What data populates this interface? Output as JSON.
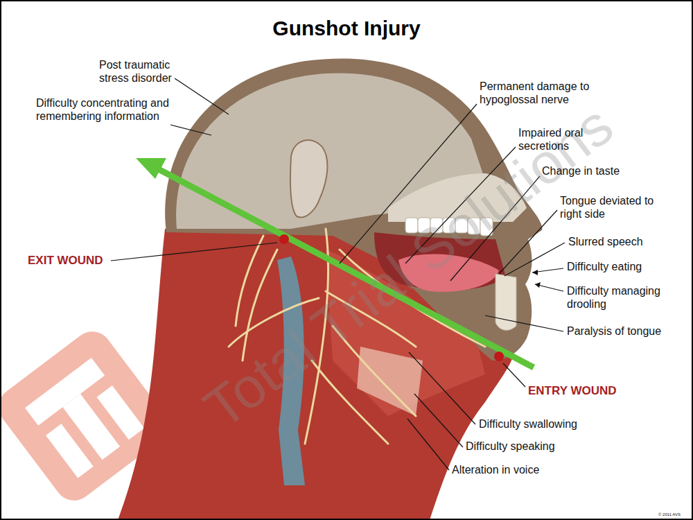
{
  "diagram": {
    "title": "Gunshot Injury",
    "labels": [
      "Post traumatic stress disorder",
      "Difficulty concentrating and remembering information",
      "Permanent damage to hypoglossal nerve",
      "Impaired oral secretions",
      "Change in taste",
      "Tongue deviated to right side",
      "Slurred speech",
      "Difficulty eating",
      "Difficulty managing drooling",
      "Paralysis of tongue",
      "ENTRY WOUND",
      "EXIT WOUND",
      "Difficulty swallowing",
      "Difficulty speaking",
      "Alteration in voice",
      "Total Trial Solutions",
      "© 2011 AVS"
    ]
  }
}
